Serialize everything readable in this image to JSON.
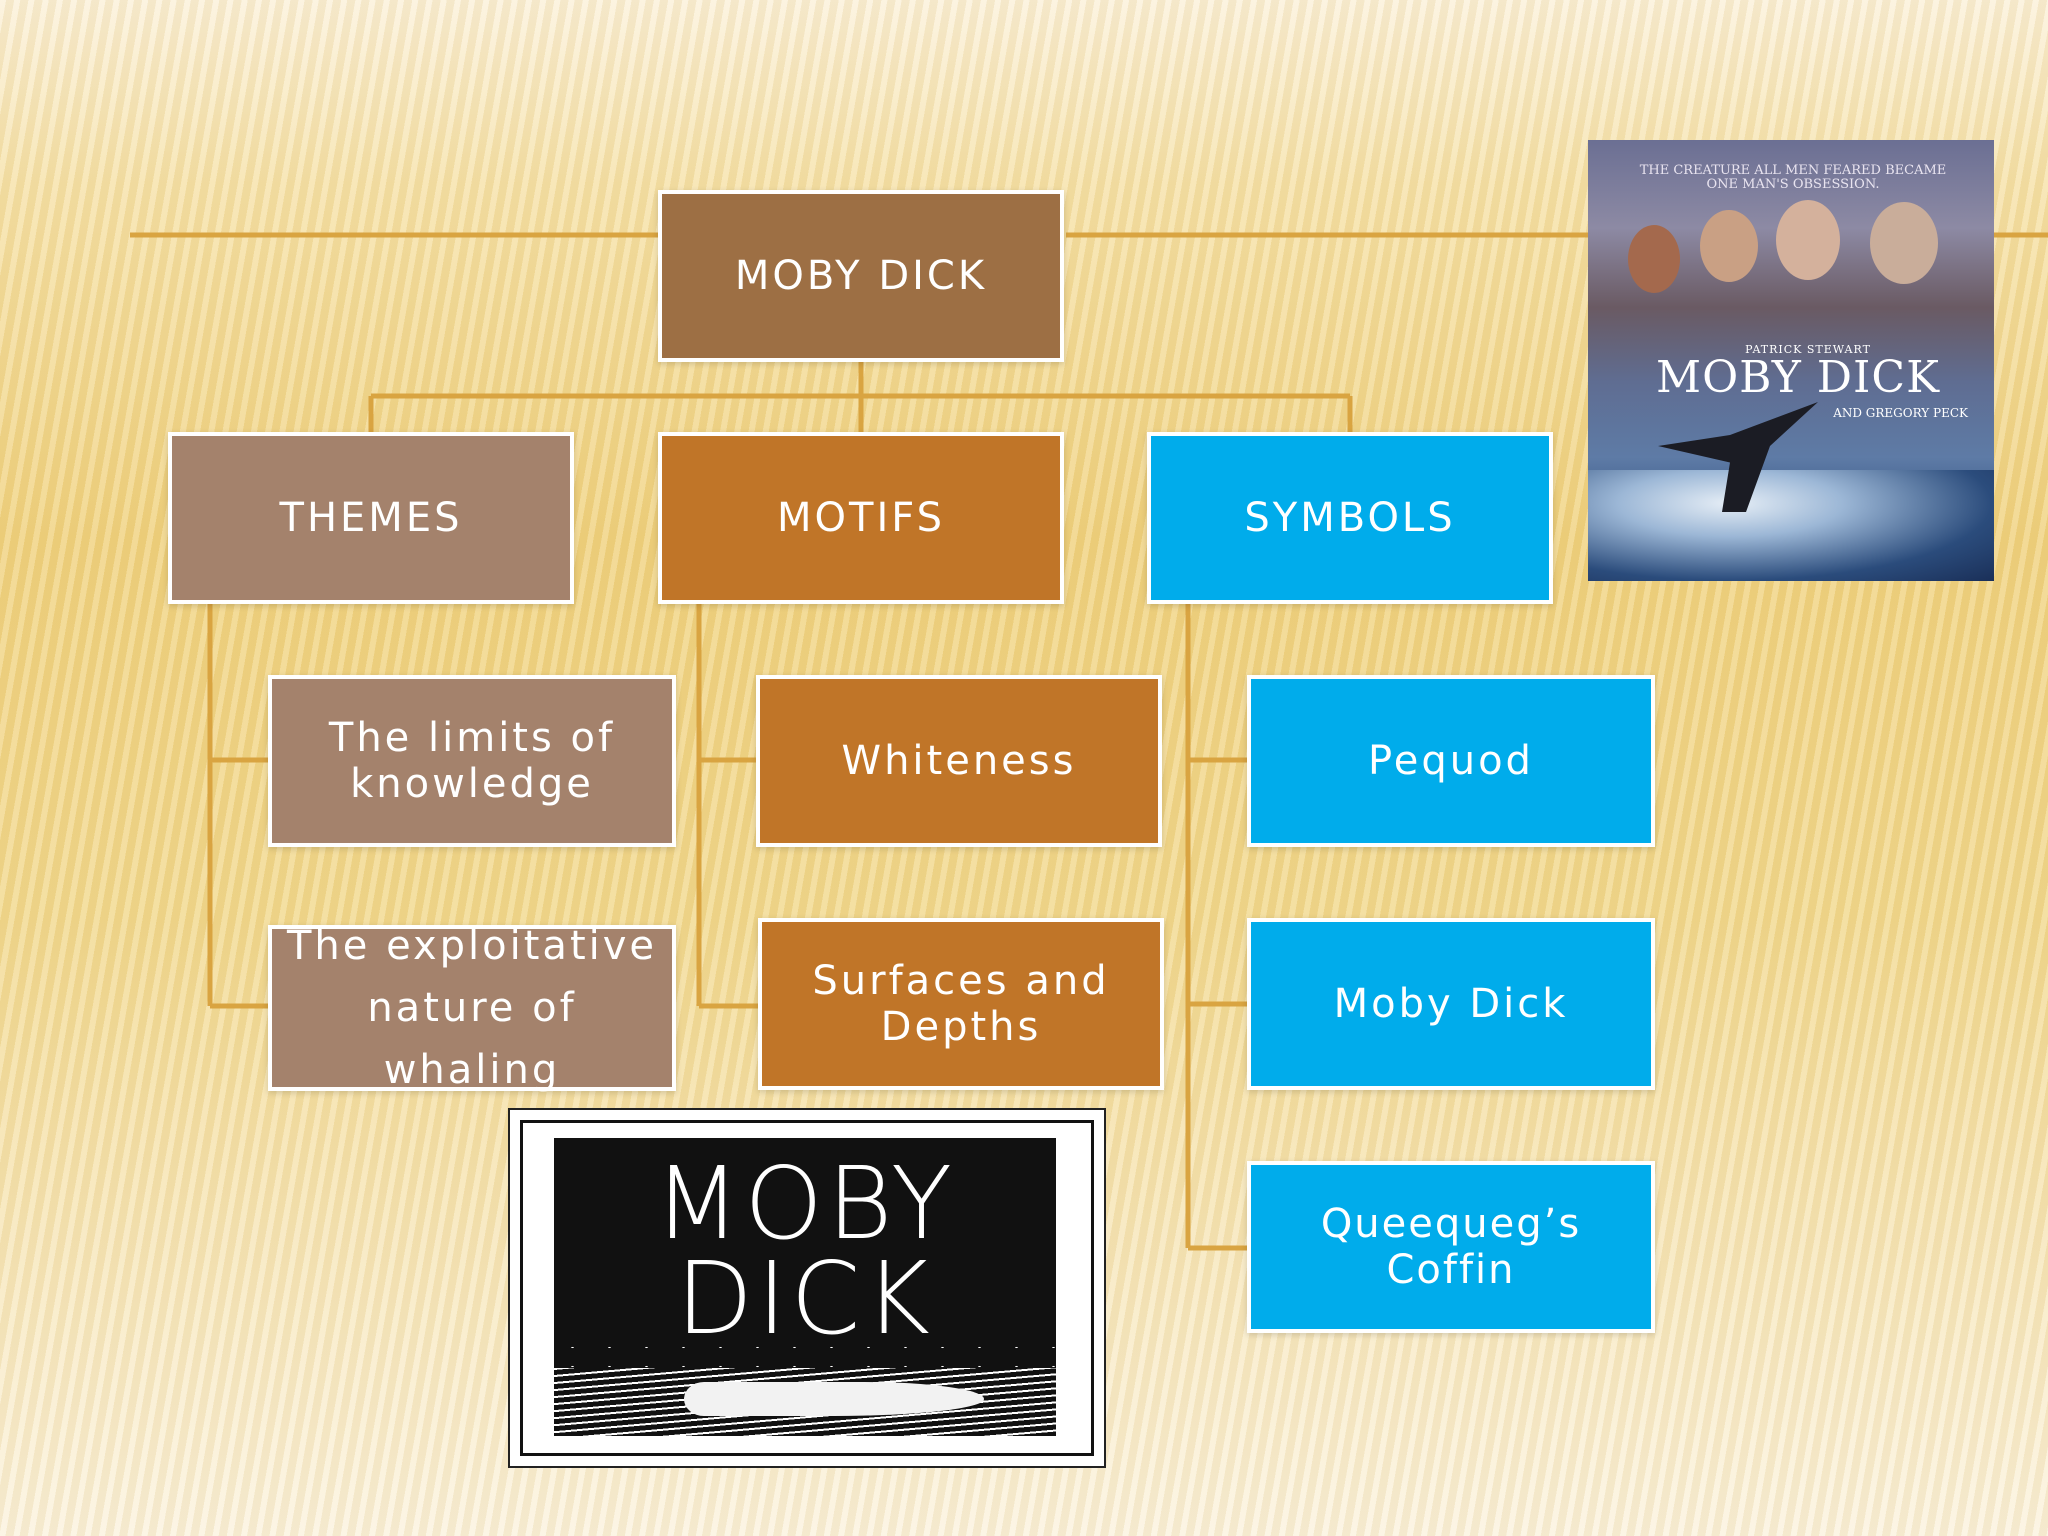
{
  "diagram": {
    "root": "MOBY DICK",
    "categories": [
      {
        "label": "THEMES",
        "items": [
          "The limits of knowledge",
          "The exploitative nature of whaling"
        ]
      },
      {
        "label": "MOTIFS",
        "items": [
          "Whiteness",
          "Surfaces and Depths"
        ]
      },
      {
        "label": "SYMBOLS",
        "items": [
          "Pequod",
          "Moby Dick",
          "Queequeg’s Coffin"
        ]
      }
    ],
    "colors": {
      "root": "#9d6f44",
      "themes": "#a4826c",
      "motifs": "#c07528",
      "symbols": "#00aceb",
      "connector": "#d9a441"
    }
  },
  "poster": {
    "tagline": "THE CREATURE ALL MEN FEARED BECAME ONE MAN'S OBSESSION.",
    "actor1": "PATRICK STEWART",
    "title": "MOBY DICK",
    "actor2": "AND GREGORY PECK"
  },
  "book": {
    "title_line1": "MOBY",
    "title_line2": "DICK"
  }
}
